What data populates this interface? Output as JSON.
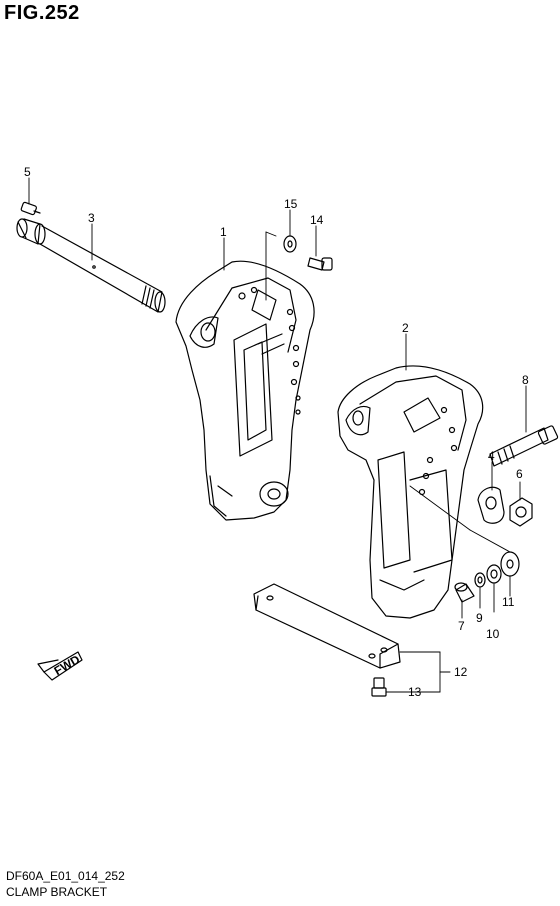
{
  "figure": {
    "title": "FIG.252"
  },
  "callouts": [
    "1",
    "2",
    "3",
    "4",
    "5",
    "6",
    "7",
    "8",
    "9",
    "10",
    "11",
    "12",
    "13",
    "14",
    "15"
  ],
  "fwd_label": "FWD",
  "footer": {
    "code": "DF60A_E01_014_252",
    "caption": "CLAMP BRACKET"
  }
}
